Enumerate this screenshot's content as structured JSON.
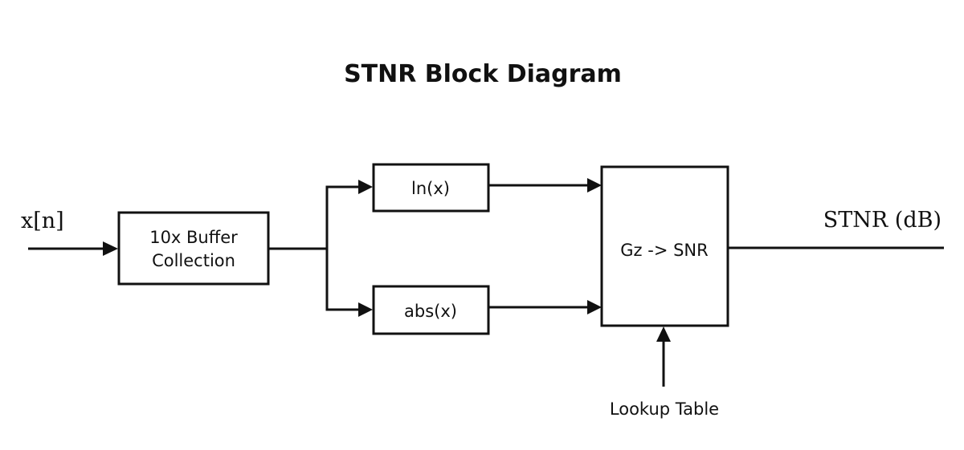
{
  "title": "STNR Block Diagram",
  "input_label": "x[n]",
  "output_label": "STNR (dB)",
  "blocks": {
    "buffer": {
      "line1": "10x Buffer",
      "line2": "Collection"
    },
    "ln": {
      "label": "ln(x)"
    },
    "abs": {
      "label": "abs(x)"
    },
    "snr": {
      "label": "Gz -> SNR"
    }
  },
  "lookup_label": "Lookup Table",
  "colors": {
    "stroke": "#111111",
    "background": "#ffffff"
  }
}
